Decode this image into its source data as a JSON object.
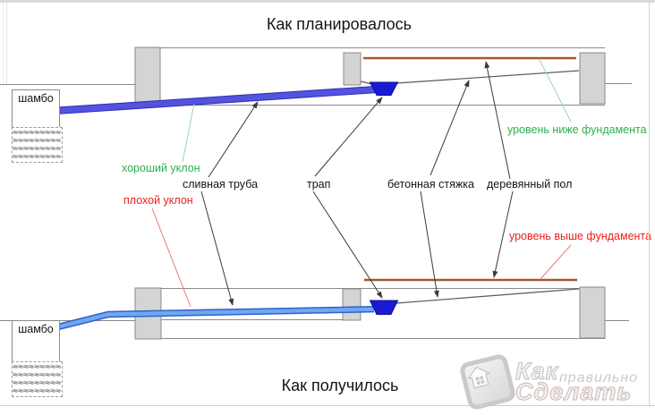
{
  "titles": {
    "planned": "Как планировалось",
    "actual": "Как получилось"
  },
  "labels": {
    "septic": "шамбо",
    "good_slope": "хороший уклон",
    "bad_slope": "плохой уклон",
    "drain_pipe": "сливная труба",
    "floor_drain": "трап",
    "concrete_screed": "бетонная стяжка",
    "wooden_floor": "деревянный пол",
    "level_below_foundation": "уровень ниже фундамента",
    "level_above_foundation": "уровень выше фундамента"
  },
  "watermark": {
    "part1": "Как",
    "part2": "правильно",
    "part3": "Сделать"
  },
  "water_pattern_block": "≈≈≈≈≈≈≈≈≈\n≈≈≈≈≈≈≈≈≈\n≈≈≈≈≈≈≈≈≈\n≈≈≈≈≈≈≈≈≈",
  "colors": {
    "good_green": "#2cb14a",
    "bad_red": "#e8221f",
    "green_leader": "#96d8ac",
    "red_leader": "#ea7a72",
    "pipe_planned_fill": "#5353de",
    "pipe_planned_edge": "#2d2db8",
    "pipe_actual_fill": "#6fa7f3",
    "pipe_actual_edge": "#2f62c8",
    "trap_blue": "#1a1ad2",
    "wood_floor_brown": "#a6572b",
    "structure_gray": "#8a8a8a",
    "block_fill": "#d4d4d4",
    "screed_gray": "#5a5a5a",
    "arrow_black": "#3a3a3a",
    "watermark_gray": "#cfcfcf"
  }
}
